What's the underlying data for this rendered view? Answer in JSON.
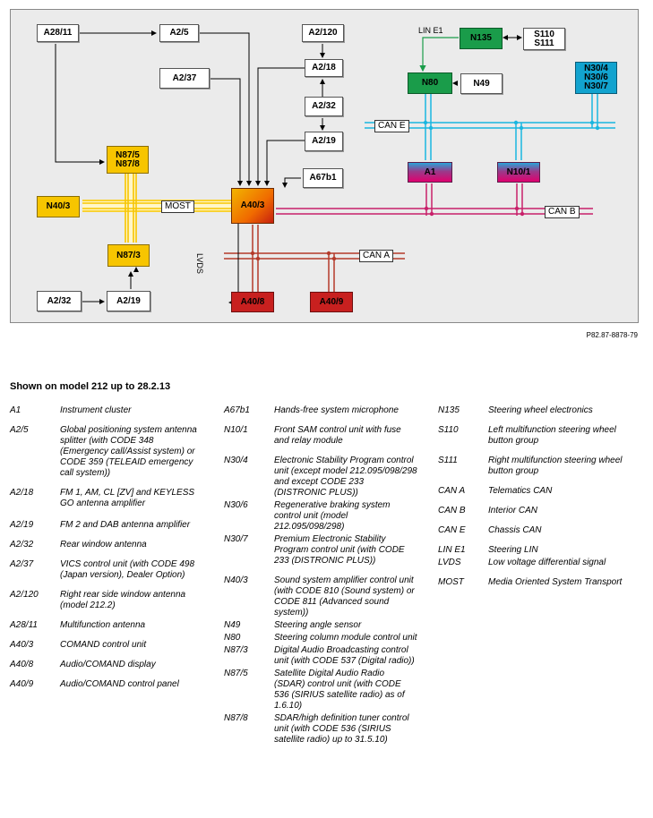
{
  "diagram": {
    "boxes": {
      "a28_11": "A28/11",
      "a2_5": "A2/5",
      "a2_120": "A2/120",
      "a2_37": "A2/37",
      "a2_18": "A2/18",
      "a2_32_top": "A2/32",
      "a2_19_top": "A2/19",
      "a67b1": "A67b1",
      "n87_5_8": "N87/5\nN87/8",
      "n40_3": "N40/3",
      "a40_3": "A40/3",
      "n87_3": "N87/3",
      "a2_32_bottom": "A2/32",
      "a2_19_bottom": "A2/19",
      "a40_8": "A40/8",
      "a40_9": "A40/9",
      "n135": "N135",
      "s110_s111": "S110\nS111",
      "n80": "N80",
      "n49": "N49",
      "n30": "N30/4\nN30/6\nN30/7",
      "a1": "A1",
      "n10_1": "N10/1"
    },
    "bus_labels": {
      "most": "MOST",
      "can_e": "CAN E",
      "can_b": "CAN B",
      "can_a": "CAN A",
      "lin_e1": "LIN E1",
      "lvds": "LVDS"
    },
    "colors": {
      "most": "#f7c500",
      "can_e": "#19b6e0",
      "can_b": "#c8206a",
      "can_a": "#b43a2a"
    }
  },
  "reference": "P82.87-8878-79",
  "heading": "Shown on model 212 up to 28.2.13",
  "legend": {
    "col1": [
      {
        "code": "A1",
        "desc": "Instrument cluster"
      },
      {
        "code": "A2/5",
        "desc": "Global positioning system antenna splitter (with CODE 348 (Emergency call/Assist system) or CODE 359 (TELEAID emergency call system))"
      },
      {
        "code": "A2/18",
        "desc": "FM 1, AM, CL [ZV] and KEYLESS GO antenna amplifier"
      },
      {
        "code": "A2/19",
        "desc": "FM 2 and DAB antenna amplifier"
      },
      {
        "code": "A2/32",
        "desc": "Rear window antenna"
      },
      {
        "code": "A2/37",
        "desc": "VICS control unit (with CODE 498 (Japan version), Dealer Option)"
      },
      {
        "code": "A2/120",
        "desc": "Right rear side window antenna (model 212.2)"
      },
      {
        "code": "A28/11",
        "desc": "Multifunction antenna"
      },
      {
        "code": "A40/3",
        "desc": "COMAND control unit"
      },
      {
        "code": "A40/8",
        "desc": "Audio/COMAND display"
      },
      {
        "code": "A40/9",
        "desc": "Audio/COMAND control panel"
      }
    ],
    "col2": [
      {
        "code": "A67b1",
        "desc": "Hands-free system microphone"
      },
      {
        "code": "N10/1",
        "desc": "Front SAM control unit with fuse and relay module"
      },
      {
        "code": "N30/4",
        "desc": "Electronic Stability Program control unit (except model 212.095/098/298 and except CODE 233 (DISTRONIC PLUS))"
      },
      {
        "code": "N30/6",
        "desc": "Regenerative braking system control unit (model 212.095/098/298)"
      },
      {
        "code": "N30/7",
        "desc": "Premium Electronic Stability Program control unit (with CODE 233 (DISTRONIC PLUS))"
      },
      {
        "code": "N40/3",
        "desc": "Sound system amplifier control unit (with CODE 810 (Sound system) or CODE 811 (Advanced sound system))"
      },
      {
        "code": "N49",
        "desc": "Steering angle sensor"
      },
      {
        "code": "N80",
        "desc": "Steering column module control unit"
      },
      {
        "code": "N87/3",
        "desc": "Digital Audio Broadcasting control unit (with CODE 537 (Digital radio))"
      },
      {
        "code": "N87/5",
        "desc": "Satellite Digital Audio Radio (SDAR) control unit (with CODE 536 (SIRIUS satellite radio) as of 1.6.10)"
      },
      {
        "code": "N87/8",
        "desc": "SDAR/high definition tuner control unit (with CODE 536 (SIRIUS satellite radio) up to 31.5.10)"
      }
    ],
    "col3": [
      {
        "code": "N135",
        "desc": "Steering wheel electronics"
      },
      {
        "code": "S110",
        "desc": "Left multifunction steering wheel button group"
      },
      {
        "code": "S111",
        "desc": "Right multifunction steering wheel button group"
      },
      {
        "code": "CAN A",
        "desc": "Telematics CAN"
      },
      {
        "code": "CAN B",
        "desc": "Interior CAN"
      },
      {
        "code": "CAN E",
        "desc": "Chassis CAN"
      },
      {
        "code": "LIN E1",
        "desc": "Steering LIN"
      },
      {
        "code": "LVDS",
        "desc": "Low voltage differential signal"
      },
      {
        "code": "MOST",
        "desc": "Media Oriented System Transport"
      }
    ]
  }
}
